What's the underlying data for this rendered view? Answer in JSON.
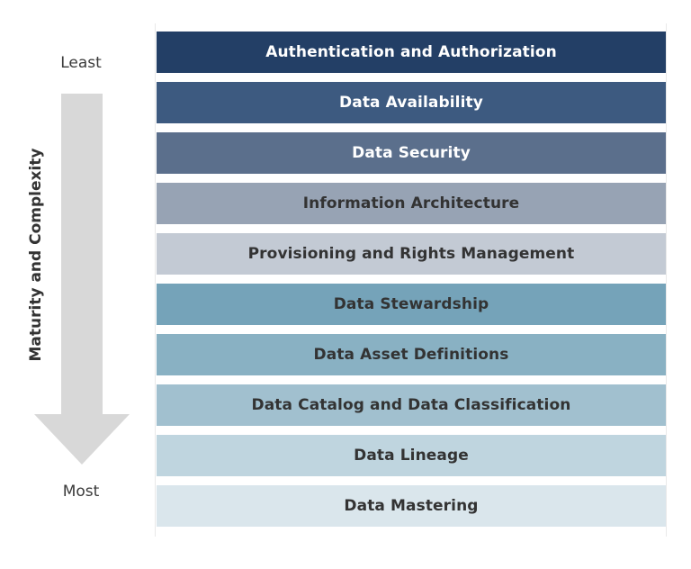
{
  "axis": {
    "title": "Maturity and Complexity",
    "top_label": "Least",
    "bottom_label": "Most"
  },
  "layers": [
    {
      "label": "Authentication and Authorization",
      "bg": "#233f66",
      "fg": "#ffffff"
    },
    {
      "label": "Data Availability",
      "bg": "#3d5a80",
      "fg": "#ffffff"
    },
    {
      "label": "Data Security",
      "bg": "#5b6f8c",
      "fg": "#ffffff"
    },
    {
      "label": "Information Architecture",
      "bg": "#97a3b4",
      "fg": "#333333"
    },
    {
      "label": "Provisioning and Rights Management",
      "bg": "#c3cad4",
      "fg": "#333333"
    },
    {
      "label": "Data Stewardship",
      "bg": "#75a3b9",
      "fg": "#333333"
    },
    {
      "label": "Data Asset Definitions",
      "bg": "#89b1c3",
      "fg": "#333333"
    },
    {
      "label": "Data Catalog and Data Classification",
      "bg": "#a1c0cf",
      "fg": "#333333"
    },
    {
      "label": "Data Lineage",
      "bg": "#bfd5df",
      "fg": "#333333"
    },
    {
      "label": "Data Mastering",
      "bg": "#dae6ec",
      "fg": "#333333"
    }
  ],
  "colors": {
    "arrow": "#d8d8d8"
  }
}
